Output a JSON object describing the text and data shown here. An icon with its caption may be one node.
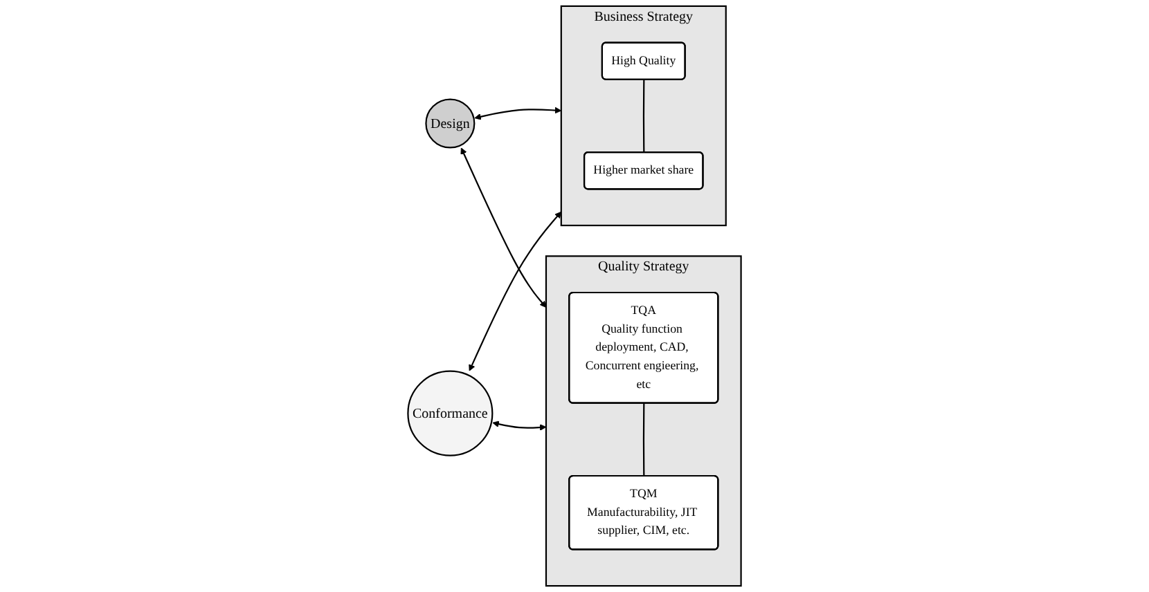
{
  "diagram": {
    "nodes": [
      {
        "text": [
          "Business Strategy"
        ]
      },
      {
        "text": [
          "High Quality"
        ],
        "in": 0
      },
      {
        "text": [
          "Higher market share"
        ],
        "in": 0
      },
      {
        "text": [
          "Design"
        ]
      },
      {
        "text": [
          "Conformance"
        ]
      },
      {
        "text": [
          "Quality Strategy"
        ]
      },
      {
        "text": [
          "TQA",
          "Quality function deployment, CAD, Concurrent engieering, etc"
        ],
        "in": 5
      },
      {
        "text": [
          "TQM",
          "Manufacturability, JIT supplier, CIM, etc."
        ],
        "in": 5
      }
    ],
    "edges": [
      {
        "from": 1,
        "to": 2,
        "arrow": "none"
      },
      {
        "from": 3,
        "to": 0,
        "arrow": "both"
      },
      {
        "from": 4,
        "to": 0,
        "arrow": "both"
      },
      {
        "from": 3,
        "to": 5,
        "arrow": "both"
      },
      {
        "from": 4,
        "to": 5,
        "arrow": "both"
      },
      {
        "from": 6,
        "to": 7,
        "arrow": "none"
      }
    ]
  }
}
